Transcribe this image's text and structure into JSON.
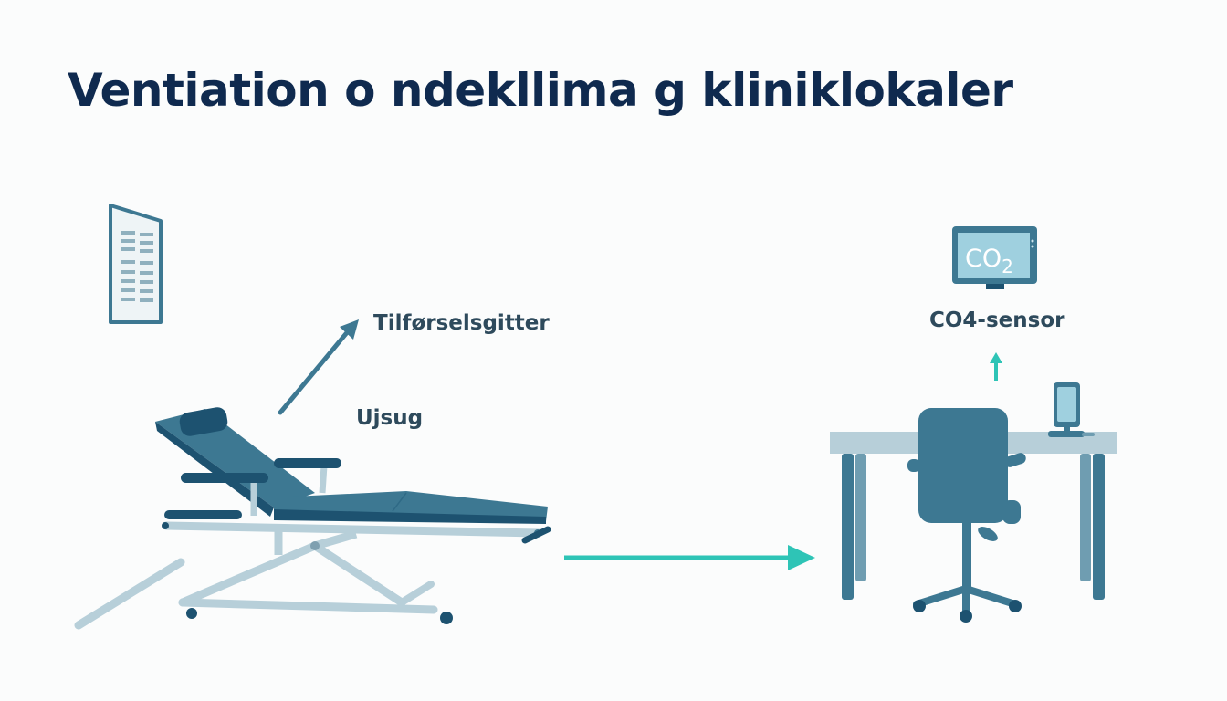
{
  "title": "Ventiation o ndekllima g kliniklokaler",
  "labels": {
    "supply_grille": "Tilførselsgitter",
    "exhaust": "Ujsug",
    "sensor": "CO4-sensor",
    "sensor_display": "CO",
    "sensor_display_sub": "2"
  },
  "colors": {
    "title": "#0f2a4f",
    "label": "#2e4a5c",
    "primary": "#3d7892",
    "dark": "#1d5270",
    "light": "#b7cfd9",
    "accent": "#2ec4b6",
    "screen": "#9fd0df"
  }
}
